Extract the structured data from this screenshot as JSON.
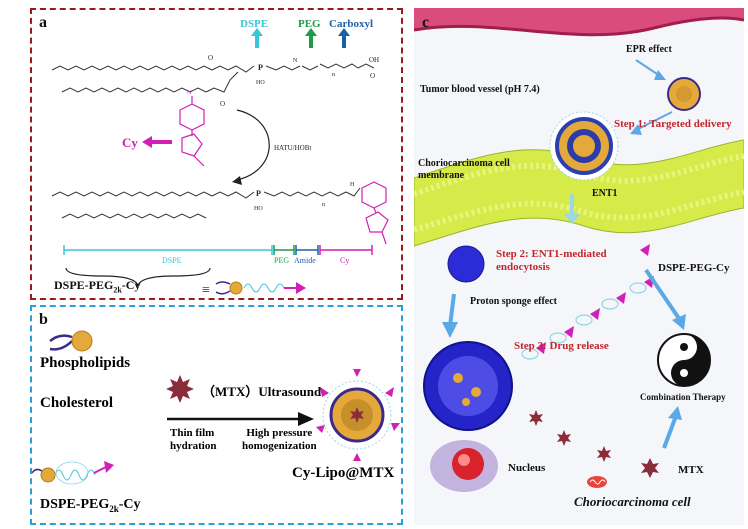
{
  "panel_a": {
    "label": "a",
    "legend": {
      "dspe": "DSPE",
      "peg": "PEG",
      "carboxyl": "Carboxyl"
    },
    "reagent": "HATU/HOBt",
    "cy_label": "Cy",
    "segments": {
      "dspe": "DSPE",
      "peg": "PEG",
      "amide": "Amide",
      "cy": "Cy"
    },
    "formula_main": "DSPE-PEG",
    "formula_sub": "2k",
    "formula_end": "-Cy",
    "equiv": "≡",
    "atoms": {
      "o": "O",
      "p": "P",
      "ho": "HO",
      "oh": "OH",
      "n": "N",
      "h": "H",
      "n_sub": "n"
    },
    "colors": {
      "dspe": "#39c6d6",
      "peg": "#1f9a4a",
      "carboxyl": "#1d5fa8",
      "cy": "#d21fb6",
      "border": "#9b1b1b"
    }
  },
  "panel_b": {
    "label": "b",
    "phospholipids": "Phospholipids",
    "cholesterol": "Cholesterol",
    "mtx_label": "（MTX）Ultrasound",
    "thin_film": [
      "Thin film",
      "hydration"
    ],
    "high_pressure": [
      "High pressure",
      "homogenization"
    ],
    "formula_main": "DSPE-PEG",
    "formula_sub": "2k",
    "formula_end": "-Cy",
    "product": "Cy-Lipo@MTX",
    "colors": {
      "border": "#2a9ed8"
    }
  },
  "panel_c": {
    "label": "c",
    "epr": "EPR effect",
    "vessel": "Tumor blood vessel (pH 7.4)",
    "step1": "Step 1: Targeted delivery",
    "membrane": [
      "Choriocarcinoma cell",
      "membrane"
    ],
    "ent1": "ENT1",
    "step2": [
      "Step 2: ENT1-mediated",
      "endocytosis"
    ],
    "dspe_peg_cy": "DSPE-PEG-Cy",
    "proton": "Proton sponge effect",
    "step3": "Step 3: Drug release",
    "combination": "Combination Therapy",
    "nucleus": "Nucleus",
    "mtx": "MTX",
    "cell": "Choriocarcinoma cell",
    "colors": {
      "step": "#c0262c",
      "vessel": "#c8326e",
      "membrane": "#c9e23a",
      "arrow": "#5aa9e6"
    }
  }
}
